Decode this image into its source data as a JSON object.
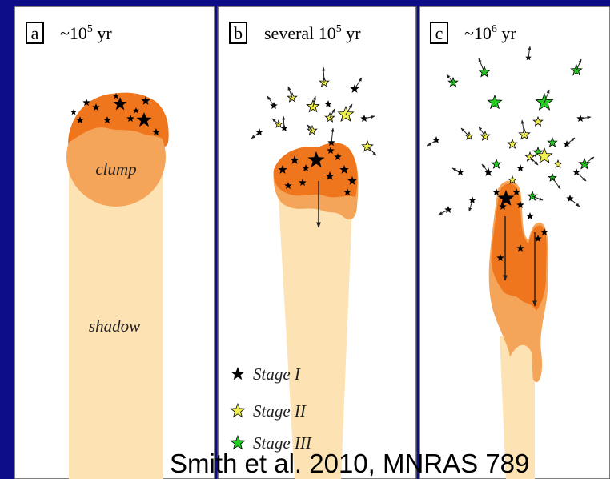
{
  "panels": [
    {
      "letter": "a",
      "time_prefix": "~10",
      "time_exp": "5",
      "time_unit": " yr",
      "center_label": "clump",
      "base_label": "shadow"
    },
    {
      "letter": "b",
      "time_prefix": "several 10",
      "time_exp": "5",
      "time_unit": " yr"
    },
    {
      "letter": "c",
      "time_prefix": "~10",
      "time_exp": "6",
      "time_unit": " yr"
    }
  ],
  "legend": [
    {
      "label": "Stage I",
      "color": "#000000"
    },
    {
      "label": "Stage II",
      "color": "#f0f050"
    },
    {
      "label": "Stage III",
      "color": "#22cc22"
    }
  ],
  "colors": {
    "background": "#0d0d8a",
    "shadow": "#fde2b3",
    "clump_light": "#f5a55a",
    "clump_dark": "#f0761e",
    "stage_i": "#000000",
    "stage_ii": "#f0f050",
    "stage_iii": "#22cc22"
  },
  "credit": "Smith et al. 2010, MNRAS 789"
}
